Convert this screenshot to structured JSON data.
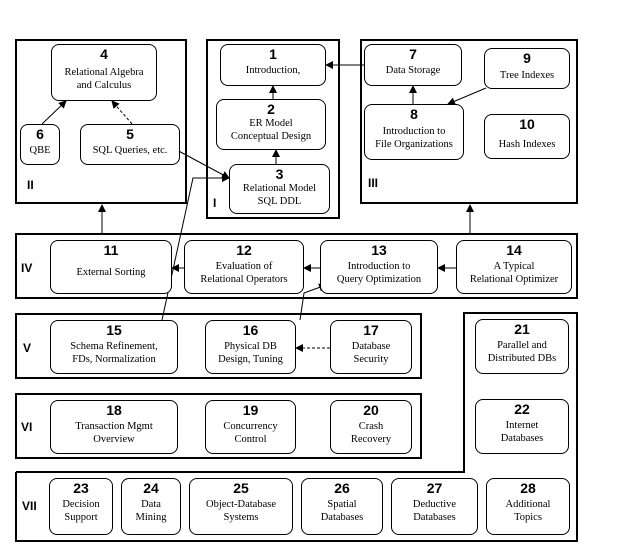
{
  "groups": [
    {
      "id": "I",
      "label": "I"
    },
    {
      "id": "II",
      "label": "II"
    },
    {
      "id": "III",
      "label": "III"
    },
    {
      "id": "IV",
      "label": "IV"
    },
    {
      "id": "V",
      "label": "V"
    },
    {
      "id": "VI",
      "label": "VI"
    },
    {
      "id": "VII",
      "label": "VII"
    }
  ],
  "nodes": {
    "n1": {
      "num": "1",
      "label": "Introduction,"
    },
    "n2": {
      "num": "2",
      "label": "ER Model\nConceptual Design"
    },
    "n3": {
      "num": "3",
      "label": "Relational Model\nSQL DDL"
    },
    "n4": {
      "num": "4",
      "label": "Relational Algebra\nand Calculus"
    },
    "n5": {
      "num": "5",
      "label": "SQL Queries, etc."
    },
    "n6": {
      "num": "6",
      "label": "QBE"
    },
    "n7": {
      "num": "7",
      "label": "Data Storage"
    },
    "n8": {
      "num": "8",
      "label": "Introduction to\nFile Organizations"
    },
    "n9": {
      "num": "9",
      "label": "Tree Indexes"
    },
    "n10": {
      "num": "10",
      "label": "Hash Indexes"
    },
    "n11": {
      "num": "11",
      "label": "External Sorting"
    },
    "n12": {
      "num": "12",
      "label": "Evaluation of\nRelational Operators"
    },
    "n13": {
      "num": "13",
      "label": "Introduction to\nQuery Optimization"
    },
    "n14": {
      "num": "14",
      "label": "A Typical\nRelational Optimizer"
    },
    "n15": {
      "num": "15",
      "label": "Schema Refinement,\nFDs, Normalization"
    },
    "n16": {
      "num": "16",
      "label": "Physical DB\nDesign, Tuning"
    },
    "n17": {
      "num": "17",
      "label": "Database\nSecurity"
    },
    "n18": {
      "num": "18",
      "label": "Transaction Mgmt\nOverview"
    },
    "n19": {
      "num": "19",
      "label": "Concurrency\nControl"
    },
    "n20": {
      "num": "20",
      "label": "Crash\nRecovery"
    },
    "n21": {
      "num": "21",
      "label": "Parallel and\nDistributed DBs"
    },
    "n22": {
      "num": "22",
      "label": "Internet\nDatabases"
    },
    "n23": {
      "num": "23",
      "label": "Decision\nSupport"
    },
    "n24": {
      "num": "24",
      "label": "Data\nMining"
    },
    "n25": {
      "num": "25",
      "label": "Object-Database\nSystems"
    },
    "n26": {
      "num": "26",
      "label": "Spatial\nDatabases"
    },
    "n27": {
      "num": "27",
      "label": "Deductive\nDatabases"
    },
    "n28": {
      "num": "28",
      "label": "Additional\nTopics"
    }
  },
  "edges": [
    {
      "from": "n7",
      "to": "n1",
      "style": "solid"
    },
    {
      "from": "n2",
      "to": "n1",
      "style": "solid"
    },
    {
      "from": "n3",
      "to": "n2",
      "style": "solid"
    },
    {
      "from": "n6",
      "to": "n4",
      "style": "solid"
    },
    {
      "from": "n5",
      "to": "n4",
      "style": "dashed"
    },
    {
      "from": "n5",
      "to": "n3",
      "style": "solid"
    },
    {
      "from": "n8",
      "to": "n7",
      "style": "solid"
    },
    {
      "from": "n9",
      "to": "n8",
      "style": "solid"
    },
    {
      "from": "n12",
      "to": "n11",
      "style": "solid"
    },
    {
      "from": "n13",
      "to": "n12",
      "style": "solid"
    },
    {
      "from": "n14",
      "to": "n13",
      "style": "solid"
    },
    {
      "from": "n15",
      "to": "n3",
      "style": "solid"
    },
    {
      "from": "n16",
      "to": "n13",
      "style": "solid"
    },
    {
      "from": "n17",
      "to": "n16",
      "style": "dashed"
    },
    {
      "from": "IV",
      "to": "II",
      "style": "solid"
    },
    {
      "from": "IV",
      "to": "III",
      "style": "solid"
    }
  ]
}
